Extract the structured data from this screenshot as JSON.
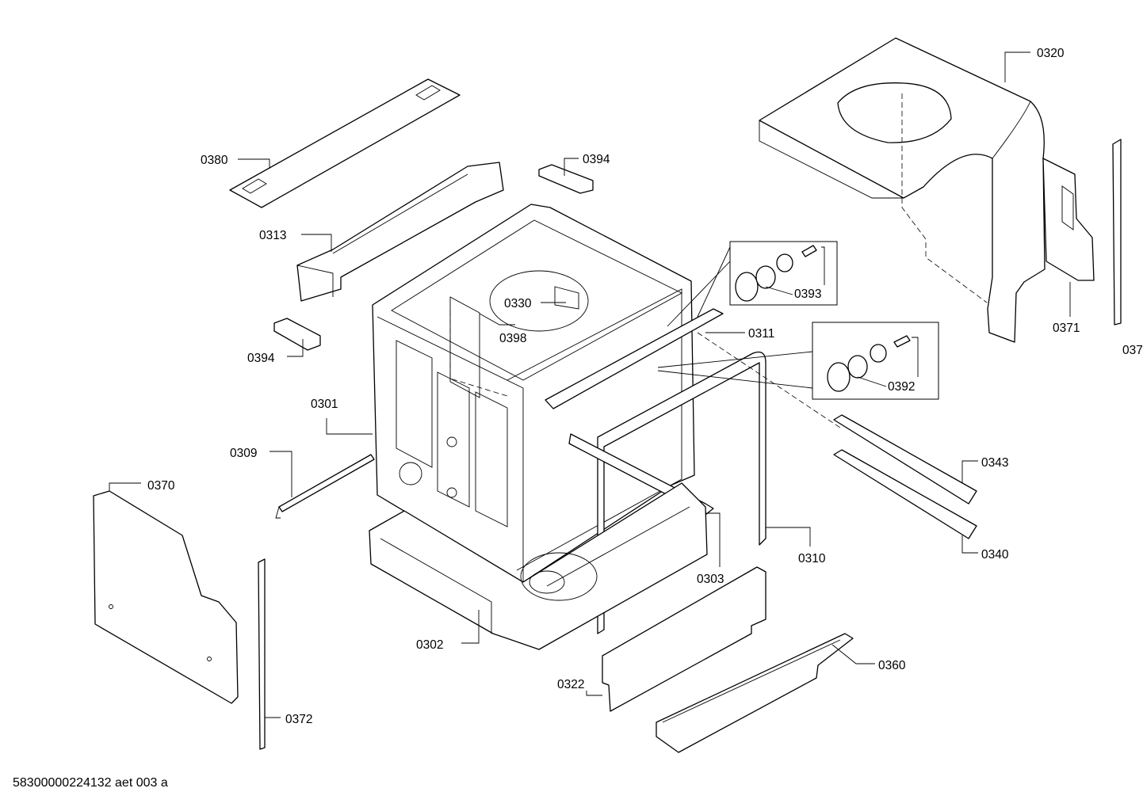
{
  "labels": {
    "l0320": "0320",
    "l0380": "0380",
    "l0394a": "0394",
    "l0313": "0313",
    "l0394b": "0394",
    "l0330": "0330",
    "l0398": "0398",
    "l0393": "0393",
    "l0311": "0311",
    "l0392": "0392",
    "l0371": "0371",
    "l037x": "037",
    "l0301": "0301",
    "l0309": "0309",
    "l0370": "0370",
    "l0343": "0343",
    "l0340": "0340",
    "l0310": "0310",
    "l0303": "0303",
    "l0302": "0302",
    "l0360": "0360",
    "l0322": "0322",
    "l0372": "0372"
  },
  "footer": {
    "code": "58300000224132 aet 003 a"
  }
}
